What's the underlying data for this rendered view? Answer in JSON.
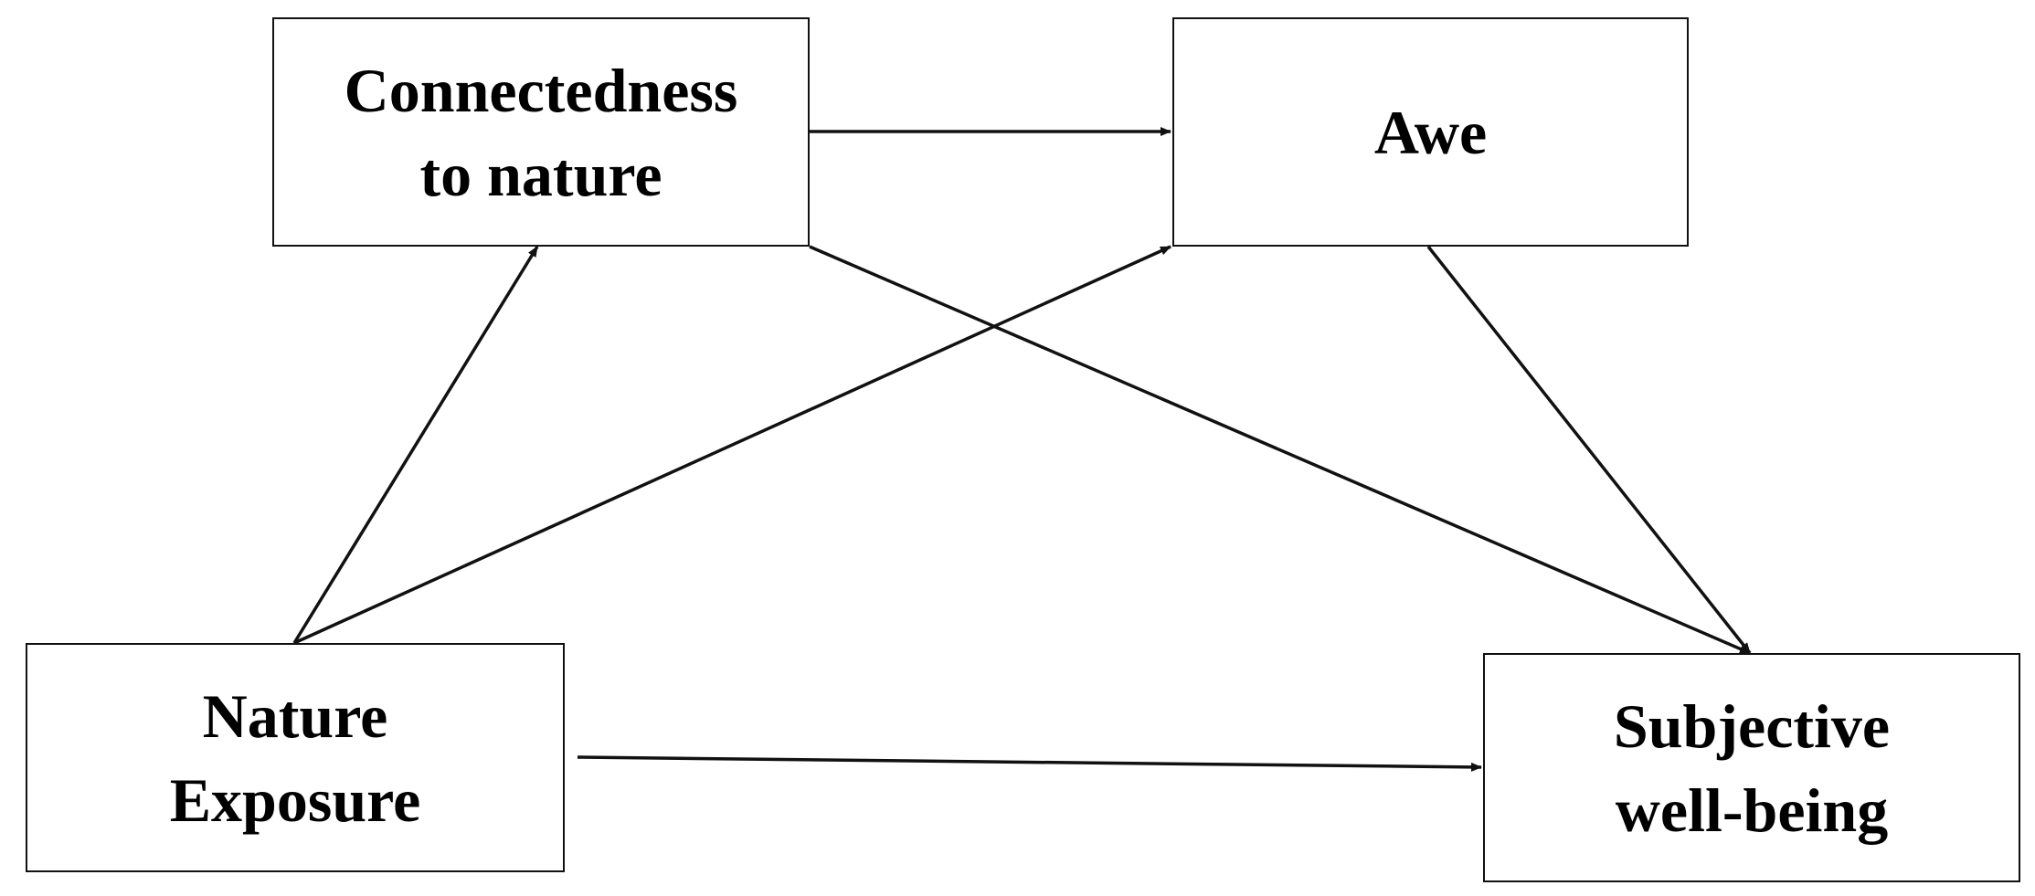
{
  "nodes": {
    "connectedness": {
      "label": "Connectedness\nto nature"
    },
    "awe": {
      "label": "Awe"
    },
    "nature_exposure": {
      "label": "Nature\nExposure"
    },
    "subjective_wellbeing": {
      "label": "Subjective\nwell-being"
    }
  },
  "edges": [
    {
      "from": "nature_exposure",
      "to": "connectedness"
    },
    {
      "from": "nature_exposure",
      "to": "awe"
    },
    {
      "from": "nature_exposure",
      "to": "subjective_wellbeing"
    },
    {
      "from": "connectedness",
      "to": "awe"
    },
    {
      "from": "connectedness",
      "to": "subjective_wellbeing"
    },
    {
      "from": "awe",
      "to": "subjective_wellbeing"
    }
  ],
  "colors": {
    "stroke": "#111111",
    "text": "#000000",
    "background": "#ffffff"
  }
}
